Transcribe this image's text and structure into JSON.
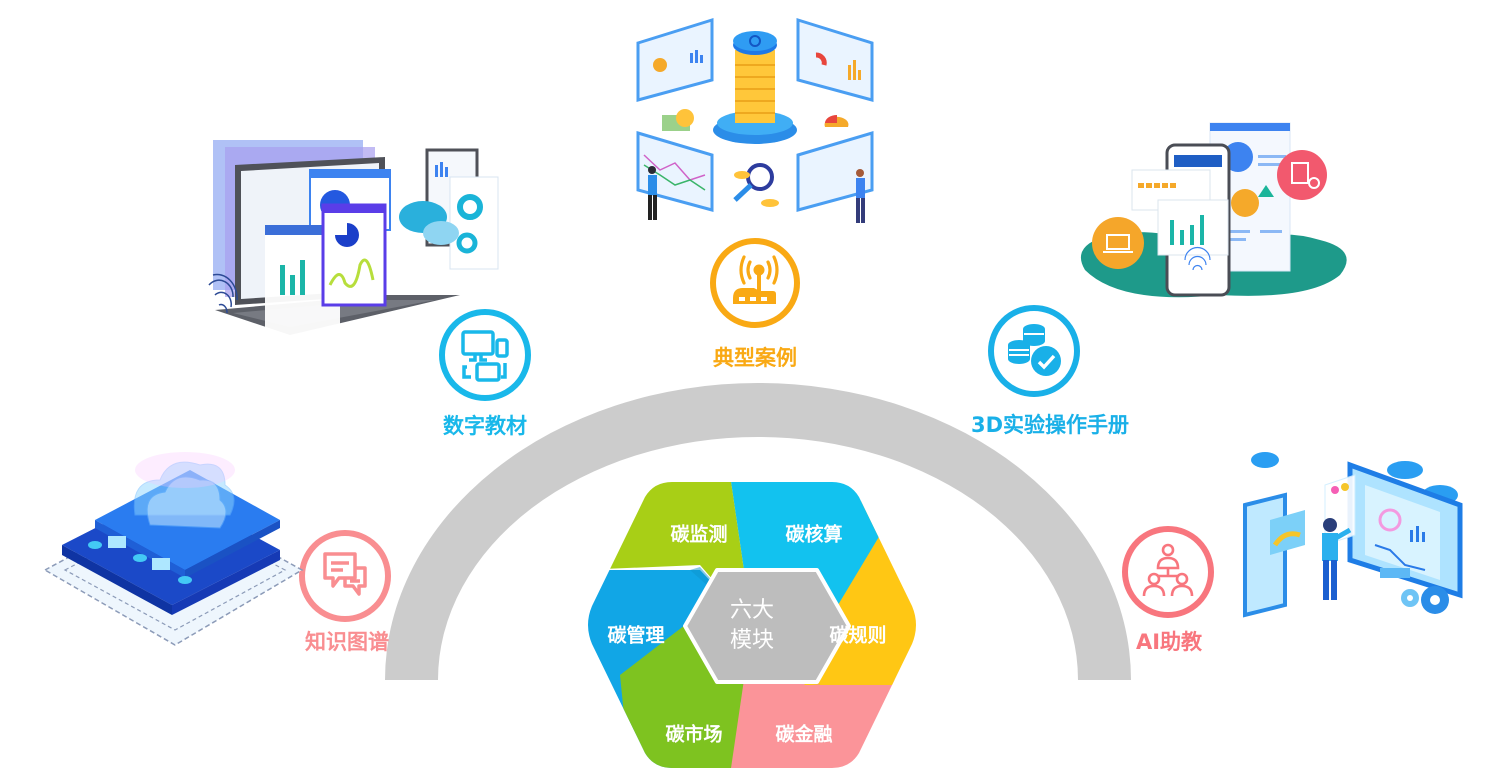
{
  "diagram": {
    "title": "六大模块",
    "center": {
      "line1": "六大",
      "line2": "模块",
      "color": "#bdbdbd"
    },
    "modules": [
      {
        "label": "碳监测",
        "color": "#a8cf16"
      },
      {
        "label": "碳核算",
        "color": "#12c2ef"
      },
      {
        "label": "碳规则",
        "color": "#ffc714"
      },
      {
        "label": "碳金融",
        "color": "#fb9499"
      },
      {
        "label": "碳市场",
        "color": "#7ec320"
      },
      {
        "label": "碳管理",
        "color": "#11a6e6"
      }
    ],
    "arch": {
      "color": "#cccccc"
    },
    "features": [
      {
        "label": "知识图谱",
        "icon": "chat-bubbles-icon",
        "color": "#f98e91"
      },
      {
        "label": "数字教材",
        "icon": "devices-icon",
        "color": "#19b8ea"
      },
      {
        "label": "典型案例",
        "icon": "router-signal-icon",
        "color": "#f9a914"
      },
      {
        "label": "3D实验操作手册",
        "icon": "coins-check-icon",
        "color": "#19b0e8"
      },
      {
        "label": "AI助教",
        "icon": "org-chart-icon",
        "color": "#f8767e"
      }
    ],
    "illustrations": [
      {
        "name": "knowledge-graph-illustration",
        "desc": "cloud-server-platform"
      },
      {
        "name": "digital-textbook-illustration",
        "desc": "laptop-with-dashboards"
      },
      {
        "name": "typical-case-illustration",
        "desc": "coin-tower-with-monitors"
      },
      {
        "name": "lab-manual-illustration",
        "desc": "phone-and-dashboard"
      },
      {
        "name": "ai-assistant-illustration",
        "desc": "person-at-monitor"
      }
    ]
  }
}
